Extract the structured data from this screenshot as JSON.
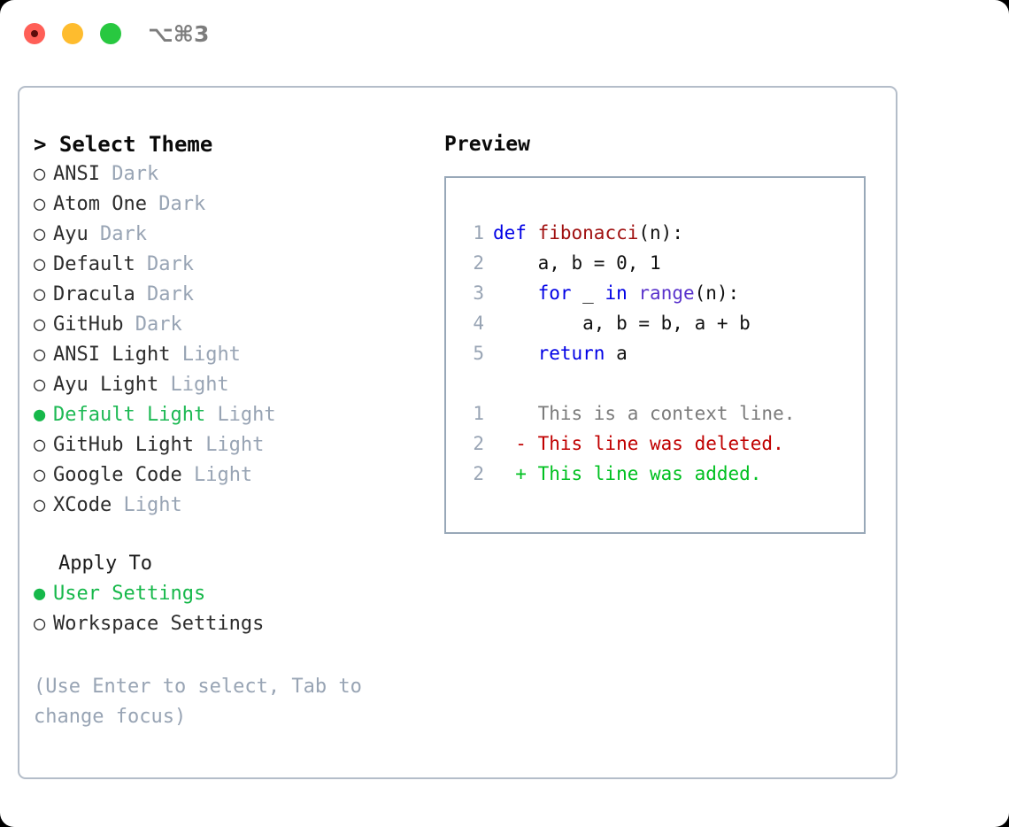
{
  "window": {
    "traffic_lights": [
      "close-red",
      "minimize-yellow",
      "maximize-green"
    ],
    "shortcut": "⌥⌘3",
    "colors": {
      "red": "#ff5f57",
      "yellow": "#febc2e",
      "green": "#28c840",
      "accent_green": "#16b84a",
      "muted": "#98a4b4",
      "border": "#b4bdc9",
      "preview_border": "#98a8b8"
    }
  },
  "theme_picker": {
    "header": "> Select Theme",
    "items": [
      {
        "marker": "○",
        "name": "ANSI",
        "tag": "Dark",
        "selected": false
      },
      {
        "marker": "○",
        "name": "Atom One",
        "tag": "Dark",
        "selected": false
      },
      {
        "marker": "○",
        "name": "Ayu",
        "tag": "Dark",
        "selected": false
      },
      {
        "marker": "○",
        "name": "Default",
        "tag": "Dark",
        "selected": false
      },
      {
        "marker": "○",
        "name": "Dracula",
        "tag": "Dark",
        "selected": false
      },
      {
        "marker": "○",
        "name": "GitHub",
        "tag": "Dark",
        "selected": false
      },
      {
        "marker": "○",
        "name": "ANSI Light",
        "tag": "Light",
        "selected": false
      },
      {
        "marker": "○",
        "name": "Ayu Light",
        "tag": "Light",
        "selected": false
      },
      {
        "marker": "●",
        "name": "Default Light",
        "tag": "Light",
        "selected": true
      },
      {
        "marker": "○",
        "name": "GitHub Light",
        "tag": "Light",
        "selected": false
      },
      {
        "marker": "○",
        "name": "Google Code",
        "tag": "Light",
        "selected": false
      },
      {
        "marker": "○",
        "name": "XCode",
        "tag": "Light",
        "selected": false
      }
    ]
  },
  "apply_to": {
    "header": "Apply To",
    "options": [
      {
        "marker": "●",
        "label": "User Settings",
        "selected": true
      },
      {
        "marker": "○",
        "label": "Workspace Settings",
        "selected": false
      }
    ]
  },
  "hint": "(Use Enter to select, Tab to change focus)",
  "preview": {
    "title": "Preview",
    "code_lines": [
      {
        "no": "1",
        "indent": "",
        "tokens": [
          {
            "t": "def",
            "c": "kw"
          },
          {
            "t": " ",
            "c": "plain"
          },
          {
            "t": "fibonacci",
            "c": "fn"
          },
          {
            "t": "(n):",
            "c": "plain"
          }
        ]
      },
      {
        "no": "2",
        "indent": "    ",
        "tokens": [
          {
            "t": "a, b = 0, 1",
            "c": "plain"
          }
        ]
      },
      {
        "no": "3",
        "indent": "    ",
        "tokens": [
          {
            "t": "for",
            "c": "kw"
          },
          {
            "t": " _ ",
            "c": "plain"
          },
          {
            "t": "in",
            "c": "kw"
          },
          {
            "t": " ",
            "c": "plain"
          },
          {
            "t": "range",
            "c": "bi"
          },
          {
            "t": "(n):",
            "c": "plain"
          }
        ]
      },
      {
        "no": "4",
        "indent": "        ",
        "tokens": [
          {
            "t": "a, b = b, a + b",
            "c": "plain"
          }
        ]
      },
      {
        "no": "5",
        "indent": "    ",
        "tokens": [
          {
            "t": "return",
            "c": "kw"
          },
          {
            "t": " a",
            "c": "plain"
          }
        ]
      }
    ],
    "diff_lines": [
      {
        "no": "1",
        "sign": " ",
        "text": "This is a context line.",
        "kind": "ctx"
      },
      {
        "no": "2",
        "sign": "-",
        "text": "This line was deleted.",
        "kind": "del"
      },
      {
        "no": "2",
        "sign": "+",
        "text": "This line was added.",
        "kind": "add"
      }
    ]
  }
}
